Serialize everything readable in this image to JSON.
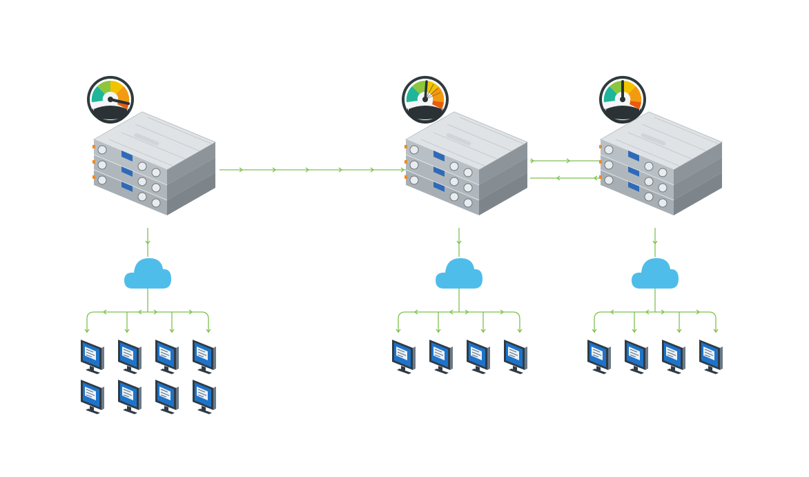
{
  "diagram": {
    "nodes": [
      {
        "id": "server-a",
        "kind": "server-stack",
        "gauge_level": 0.88,
        "clients": 8,
        "client_rows": 2
      },
      {
        "id": "server-b",
        "kind": "server-stack",
        "gauge_level": 0.55,
        "clients": 4,
        "client_rows": 1
      },
      {
        "id": "server-c",
        "kind": "server-stack",
        "gauge_level": 0.5,
        "clients": 4,
        "client_rows": 1
      }
    ],
    "links": [
      {
        "from": "server-a",
        "to": "server-b",
        "direction": "forward"
      },
      {
        "from": "server-b",
        "to": "server-c",
        "direction": "forward"
      },
      {
        "from": "server-c",
        "to": "server-b",
        "direction": "forward"
      }
    ],
    "icons": [
      "speed-gauge-icon",
      "server-rack-icon",
      "cloud-icon",
      "monitor-icon"
    ],
    "colors": {
      "link": "#7cc14d",
      "cloud": "#4fbde9",
      "monitor_screen": "#1e73c8",
      "monitor_frame": "#2f3a44",
      "server_light": "#dfe3e6",
      "server_mid": "#b9c0c5",
      "server_dark": "#8d959b",
      "gauge_ring": "#2f3a3d",
      "gauge_needle": "#2a3235",
      "gauge_segments": [
        "#1fb59a",
        "#8cc63f",
        "#f2c400",
        "#f39a10",
        "#ea5b0c"
      ]
    }
  }
}
